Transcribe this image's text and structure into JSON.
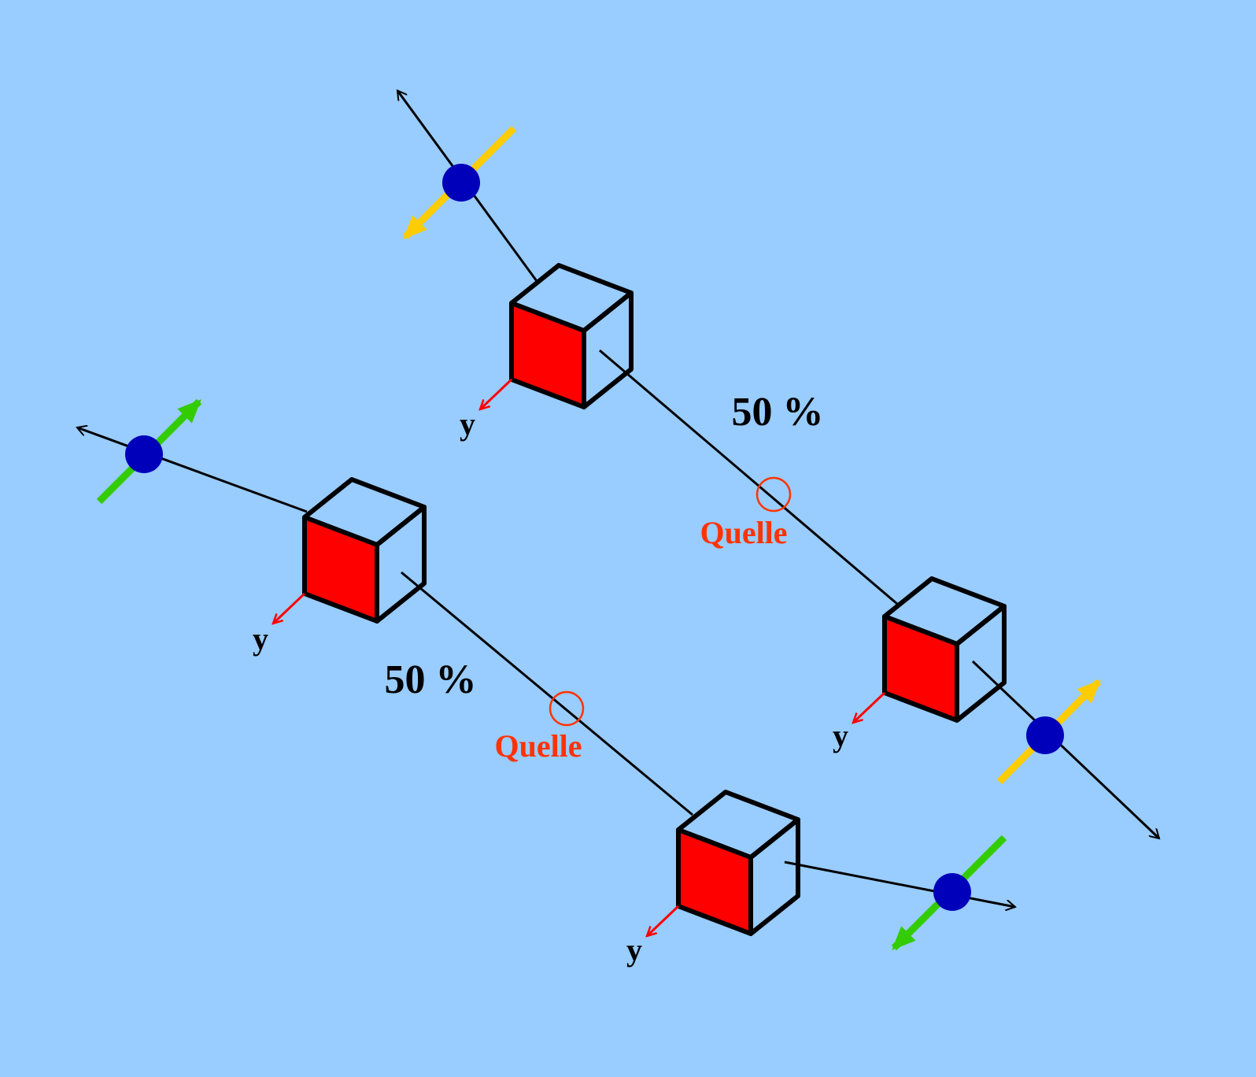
{
  "colors": {
    "background": "#99ccff",
    "cube_face": "#ff0000",
    "outline": "#000000",
    "y_axis": "#ff0000",
    "dot": "#0000bb",
    "polarization_yellow": "#ffcc00",
    "polarization_green": "#33cc00",
    "source_label": "#ff3300"
  },
  "labels": {
    "y_axis": "y",
    "ratio_top": "50 %",
    "ratio_bottom": "50 %",
    "source_top": "Quelle",
    "source_bottom": "Quelle"
  }
}
